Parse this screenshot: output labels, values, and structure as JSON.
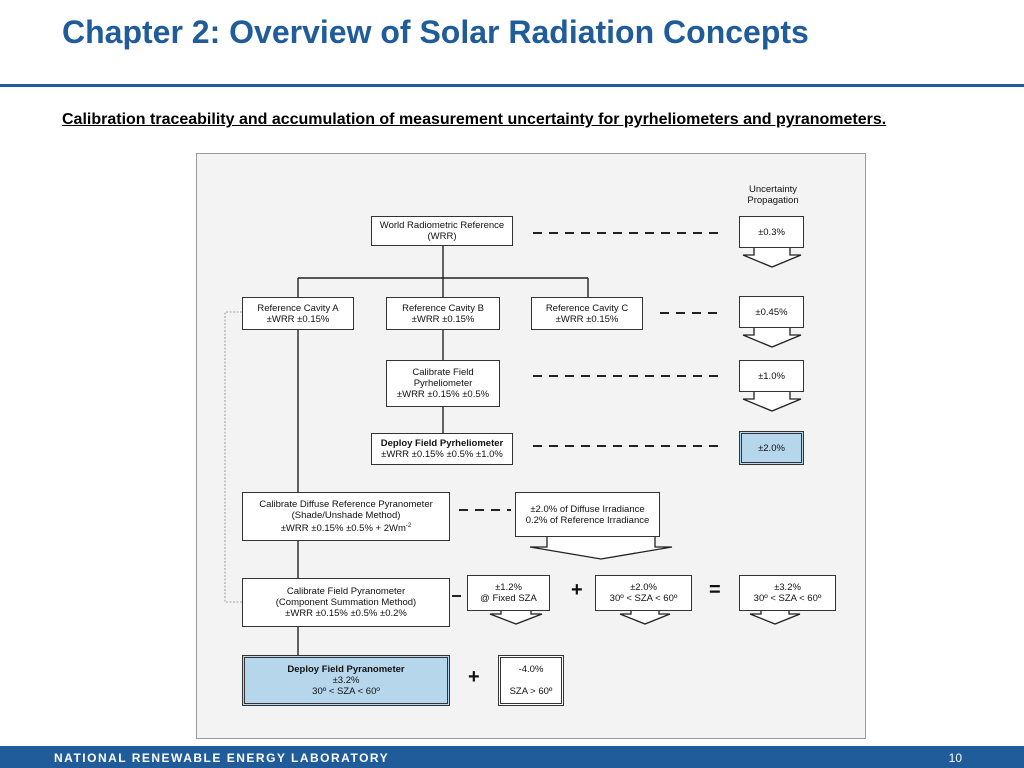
{
  "slide": {
    "title": "Chapter 2: Overview of Solar Radiation Concepts",
    "subtitle": "Calibration traceability and accumulation of measurement uncertainty for pyrheliometers and pyranometers."
  },
  "diagram": {
    "header": [
      "Uncertainty",
      "Propagation"
    ],
    "wrr": [
      "World Radiometric Reference",
      "(WRR)"
    ],
    "cavity_a": [
      "Reference Cavity A",
      "±WRR ±0.15%"
    ],
    "cavity_b": [
      "Reference Cavity B",
      "±WRR ±0.15%"
    ],
    "cavity_c": [
      "Reference Cavity C",
      "±WRR ±0.15%"
    ],
    "cal_pyrhelio": [
      "Calibrate Field",
      "Pyrheliometer",
      "±WRR ±0.15% ±0.5%"
    ],
    "deploy_pyrhelio": [
      "Deploy Field Pyrheliometer",
      "±WRR ±0.15% ±0.5% ±1.0%"
    ],
    "cal_diffuse": [
      "Calibrate Diffuse Reference Pyranometer",
      "(Shade/Unshade Method)",
      "±WRR ±0.15% ±0.5% + 2Wm",
      "-2"
    ],
    "cal_pyrano": [
      "Calibrate Field Pyranometer",
      "(Component Summation Method)",
      "±WRR ±0.15% ±0.5% ±0.2%"
    ],
    "deploy_pyrano": [
      "Deploy Field Pyranometer",
      "±3.2%",
      "30º < SZA < 60º"
    ],
    "unc_03": "±0.3%",
    "unc_045": "±0.45%",
    "unc_10": "±1.0%",
    "unc_20": "±2.0%",
    "diffuse_unc": [
      "±2.0% of Diffuse Irradiance",
      "0.2% of Reference Irradiance"
    ],
    "fixed_sza": [
      "±1.2%",
      "@ Fixed SZA"
    ],
    "range_20": [
      "±2.0%",
      "30º < SZA < 60º"
    ],
    "range_32": [
      "±3.2%",
      "30º < SZA < 60º"
    ],
    "sza_gt60": [
      "-4.0%",
      "SZA > 60º"
    ],
    "op_plus": "+",
    "op_equals": "="
  },
  "footer": {
    "org": "NATIONAL RENEWABLE ENERGY LABORATORY",
    "page": "10"
  },
  "colors": {
    "brand_blue": "#1f5c99",
    "highlight": "#b6d6ec"
  }
}
